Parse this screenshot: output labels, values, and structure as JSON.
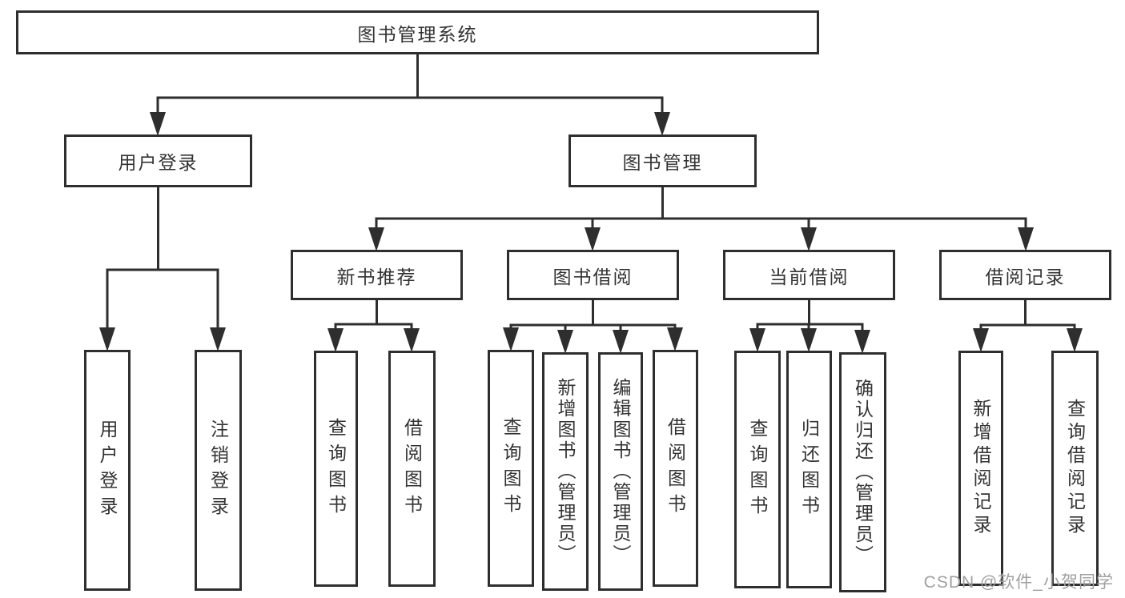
{
  "title": "图书管理系统",
  "branches": {
    "user_login": {
      "label": "用户登录",
      "children": [
        "用户登录",
        "注销登录"
      ]
    },
    "book_mgmt": {
      "label": "图书管理",
      "sections": {
        "new_books": {
          "label": "新书推荐",
          "children": [
            "查询图书",
            "借阅图书"
          ]
        },
        "borrowing": {
          "label": "图书借阅",
          "children": [
            "查询图书",
            "新增图书（管理员）",
            "编辑图书（管理员）",
            "借阅图书"
          ]
        },
        "current": {
          "label": "当前借阅",
          "children": [
            "查询图书",
            "归还图书",
            "确认归还（管理员）"
          ]
        },
        "records": {
          "label": "借阅记录",
          "children": [
            "新增借阅记录",
            "查询借阅记录"
          ]
        }
      }
    }
  },
  "watermark": "CSDN @软件_小贺同学",
  "colors": {
    "line": "#2e2e2e",
    "text": "#333333",
    "watermark": "#a0a0a0",
    "background": "#ffffff"
  }
}
